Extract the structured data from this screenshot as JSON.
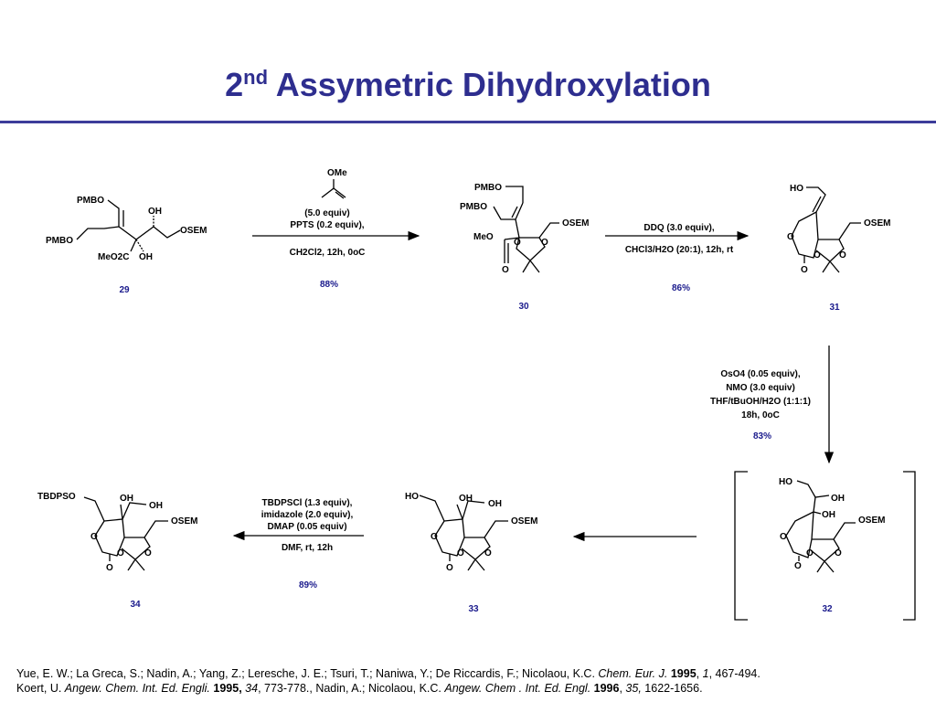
{
  "slide": {
    "title_base": "2",
    "title_sup": "nd",
    "title_rest": "Assymetric Dihydroxylation"
  },
  "compounds": {
    "c29": {
      "number": "29",
      "labels": [
        "PMBO",
        "PMBO",
        "OH",
        "OSEM",
        "MeO2C",
        "OH"
      ]
    },
    "c30": {
      "number": "30",
      "labels": [
        "PMBO",
        "PMBO",
        "OSEM",
        "MeO",
        "O",
        "O",
        "O"
      ]
    },
    "c31": {
      "number": "31",
      "labels": [
        "HO",
        "OSEM",
        "O",
        "O",
        "O",
        "O"
      ]
    },
    "c32": {
      "number": "32",
      "labels": [
        "HO",
        "OH",
        "OH",
        "OSEM",
        "O",
        "O",
        "O",
        "O"
      ]
    },
    "c33": {
      "number": "33",
      "labels": [
        "HO",
        "OH",
        "OH",
        "OSEM",
        "O",
        "O",
        "O",
        "O"
      ]
    },
    "c34": {
      "number": "34",
      "labels": [
        "TBDPSO",
        "OH",
        "OH",
        "OSEM",
        "O",
        "O",
        "O",
        "O"
      ]
    }
  },
  "steps": {
    "s1": {
      "reagent_label": "OMe",
      "lines": [
        "(5.0 equiv)",
        "PPTS (0.2 equiv),"
      ],
      "solvent": "CH2Cl2, 12h, 0oC",
      "yield": "88%"
    },
    "s2": {
      "lines": [
        "DDQ (3.0 equiv),"
      ],
      "solvent": "CHCl3/H2O (20:1), 12h, rt",
      "yield": "86%"
    },
    "s3": {
      "lines": [
        "OsO4 (0.05 equiv),",
        "NMO (3.0 equiv)",
        "THF/tBuOH/H2O (1:1:1)",
        "18h, 0oC"
      ],
      "yield": "83%"
    },
    "s5": {
      "lines": [
        "TBDPSCl (1.3 equiv),",
        "imidazole (2.0 equiv),",
        "DMAP (0.05 equiv)"
      ],
      "solvent": "DMF, rt, 12h",
      "yield": "89%"
    }
  },
  "references": {
    "r1_authors": "Yue, E. W.; La Greca, S.; Nadin, A.; Yang, Z.; Leresche, J. E.; Tsuri, T.; Naniwa, Y.; De Riccardis, F.; Nicolaou, K.C. ",
    "r1_journal": "Chem. Eur. J.",
    "r1_year": "1995",
    "r1_volume": "1",
    "r1_pages": ", 467-494.",
    "r2_authors": "Koert, U. ",
    "r2_journal": "Angew. Chem. Int. Ed. Engli.",
    "r2_year": "1995,",
    "r2_volume": "34",
    "r2_mid": ", 773-778., Nadin, A.; Nicolaou, K.C. ",
    "r2_journal2": "Angew. Chem . Int. Ed. Engl.",
    "r2_year2": "1996",
    "r2_volume2": "35,",
    "r2_pages2": " 1622-1656."
  }
}
